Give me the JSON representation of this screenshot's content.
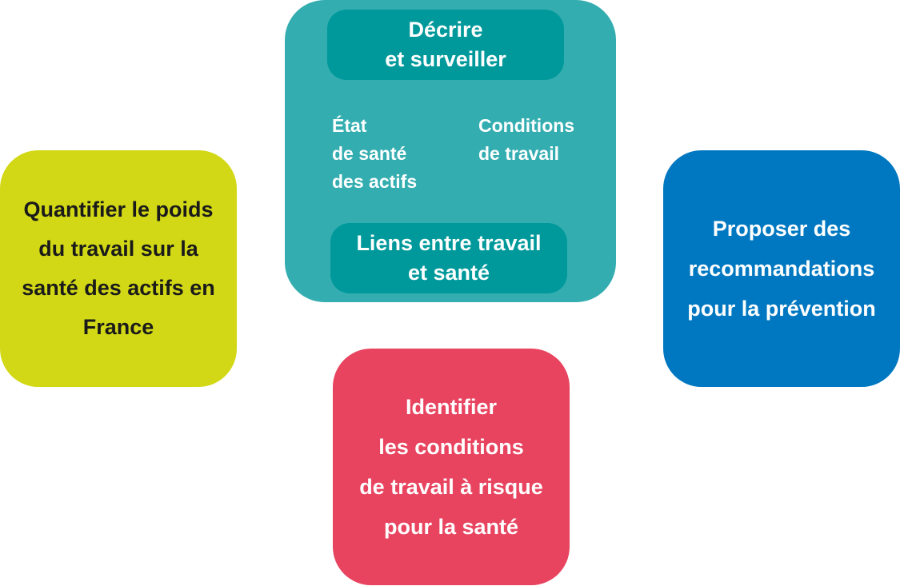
{
  "diagram": {
    "top": {
      "header_label": "Décrire\net surveiller",
      "etat_label": "État\nde santé\ndes actifs",
      "conditions_label": "Conditions\nde travail",
      "footer_label": "Liens entre travail\net santé"
    },
    "left": {
      "label": "Quantifier le poids\ndu travail sur la\nsanté des actifs en\nFrance"
    },
    "right": {
      "label": "Proposer des\nrecommandations\npour la prévention"
    },
    "bottom": {
      "label": "Identifier\nles conditions\nde travail à risque\npour la santé"
    }
  },
  "colors": {
    "teal_outer": "#33adb0",
    "teal_inner": "#00999b",
    "yellow": "#d2d815",
    "blue": "#0078c1",
    "red": "#e84460"
  }
}
